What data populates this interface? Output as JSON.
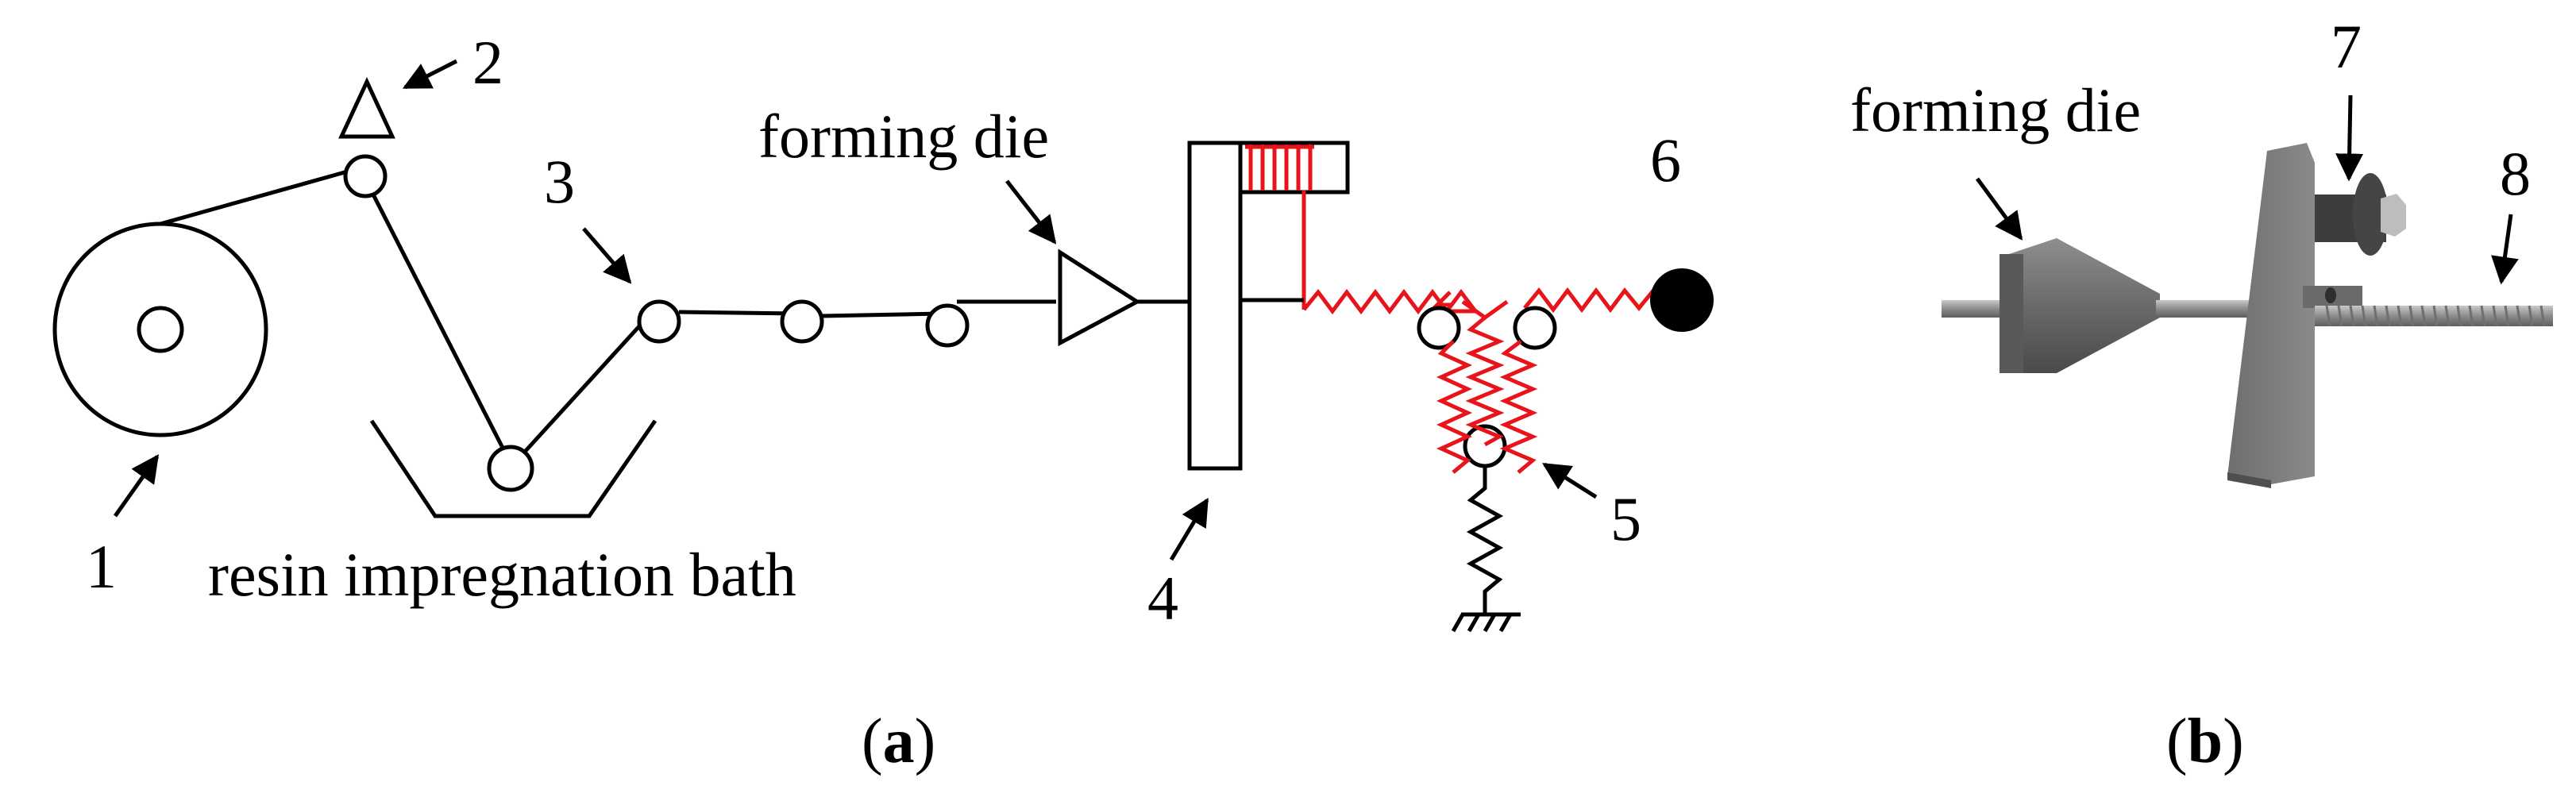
{
  "panel_a": {
    "label_1": "1",
    "label_2": "2",
    "label_3": "3",
    "label_4": "4",
    "label_5": "5",
    "label_6": "6",
    "forming_die": "forming die",
    "resin_bath": "resin impregnation bath",
    "caption_open": "(",
    "caption_letter": "a",
    "caption_close": ")"
  },
  "panel_b": {
    "forming_die": "forming die",
    "label_7": "7",
    "label_8": "8",
    "caption_open": "(",
    "caption_letter": "b",
    "caption_close": ")"
  },
  "colors": {
    "spring_red": "#e8141c",
    "render_dark": "#5a5a5a",
    "render_mid": "#7b7b7b",
    "render_light": "#a3a3a3"
  }
}
